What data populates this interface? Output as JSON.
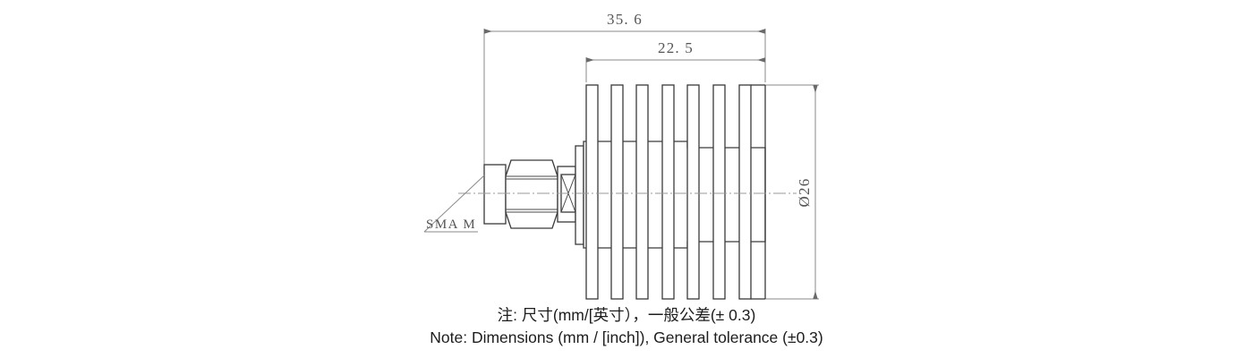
{
  "drawing": {
    "title": "RF Coaxial Termination Load Outline Drawing",
    "dimensions": {
      "overall_length": "35. 6",
      "body_length": "22. 5",
      "diameter": "Ø26"
    },
    "labels": {
      "connector": "SMA  M"
    },
    "part": {
      "connector_type": "SMA male",
      "heatsink_fin_count": 7
    },
    "colors": {
      "part_line": "#3a3a3a",
      "dimension_line": "#8a8a8a",
      "center_line": "#9a9a9a",
      "note_text": "#1d1d1d",
      "background": "#ffffff"
    }
  },
  "notes": {
    "line_cn": "注: 尺寸(mm/[英寸），一般公差(± 0.3)",
    "line_en": "Note: Dimensions (mm / [inch]), General tolerance (±0.3)"
  }
}
